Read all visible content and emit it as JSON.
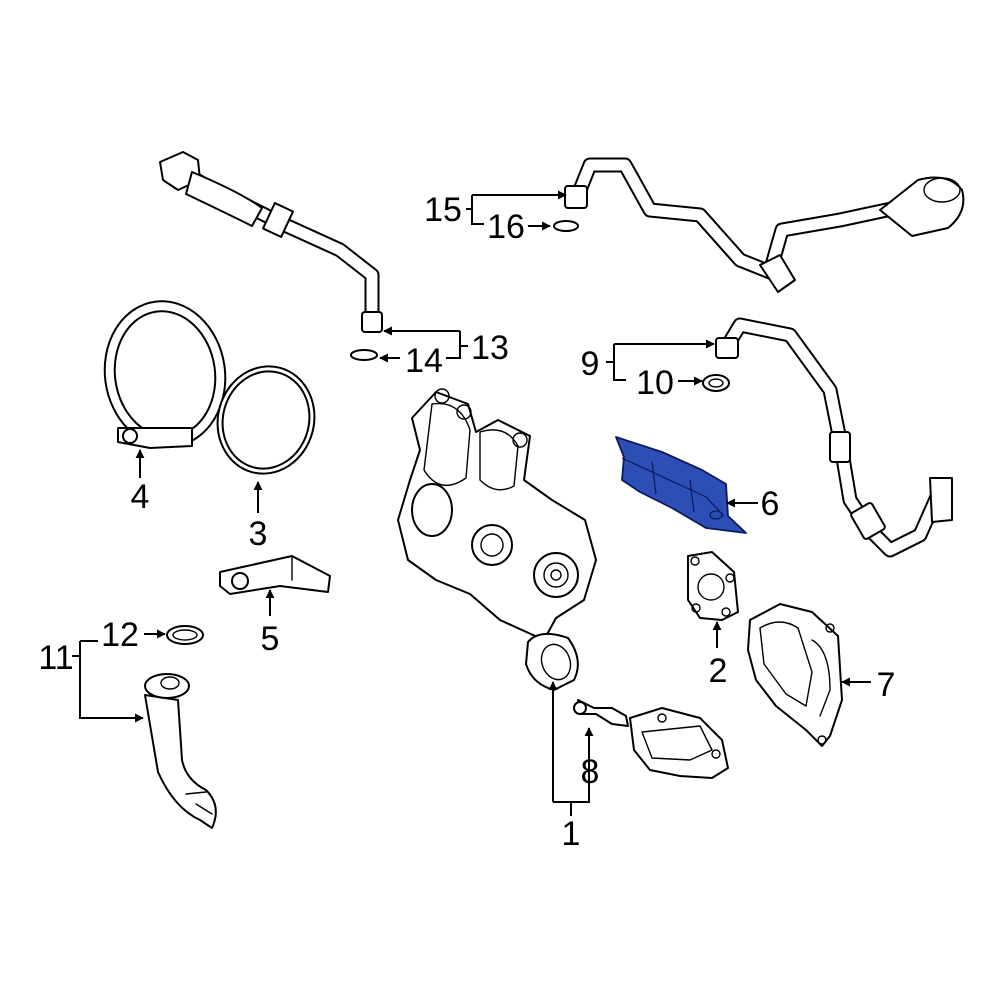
{
  "colors": {
    "line": "#000000",
    "background": "#ffffff",
    "highlight": "#2d4fb5"
  },
  "diagram": {
    "callouts": [
      {
        "number": "1",
        "part": "turbocharger"
      },
      {
        "number": "2",
        "part": "gasket"
      },
      {
        "number": "3",
        "part": "o-ring"
      },
      {
        "number": "4",
        "part": "clamp"
      },
      {
        "number": "5",
        "part": "bracket"
      },
      {
        "number": "6",
        "part": "heat-shield",
        "highlighted": true
      },
      {
        "number": "7",
        "part": "heat-shield-lower"
      },
      {
        "number": "8",
        "part": "actuator"
      },
      {
        "number": "9",
        "part": "oil-line"
      },
      {
        "number": "10",
        "part": "seal"
      },
      {
        "number": "11",
        "part": "coolant-pipe"
      },
      {
        "number": "12",
        "part": "o-ring"
      },
      {
        "number": "13",
        "part": "coolant-line"
      },
      {
        "number": "14",
        "part": "o-ring"
      },
      {
        "number": "15",
        "part": "coolant-return-line"
      },
      {
        "number": "16",
        "part": "o-ring"
      }
    ]
  }
}
